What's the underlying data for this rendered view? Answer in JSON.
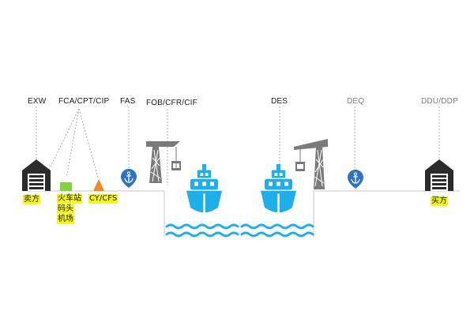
{
  "terms": {
    "exw": "EXW",
    "fca": "FCA/CPT/CIP",
    "fas": "FAS",
    "fob": "FOB/CFR/CIF",
    "des": "DES",
    "deq": "DEQ",
    "ddu": "DDU/DDP"
  },
  "places": {
    "seller": "卖方",
    "rail_line1": "火车站",
    "rail_line2": "码头",
    "rail_line3": "机场",
    "cy_cfs": "CY/CFS",
    "buyer": "买方"
  },
  "colors": {
    "ship": "#1eaee8",
    "water": "#1eaee8",
    "warehouse": "#2b2b2b",
    "crane": "#7a7a7a",
    "anchor_pin": "#2f72c0",
    "green_box": "#86d13f",
    "orange_cone": "#f08a24",
    "highlight": "#f6f51a"
  },
  "icons": [
    "warehouse-icon",
    "green-box-icon",
    "cone-icon",
    "anchor-pin-icon",
    "crane-icon",
    "ship-icon",
    "waves-icon"
  ]
}
